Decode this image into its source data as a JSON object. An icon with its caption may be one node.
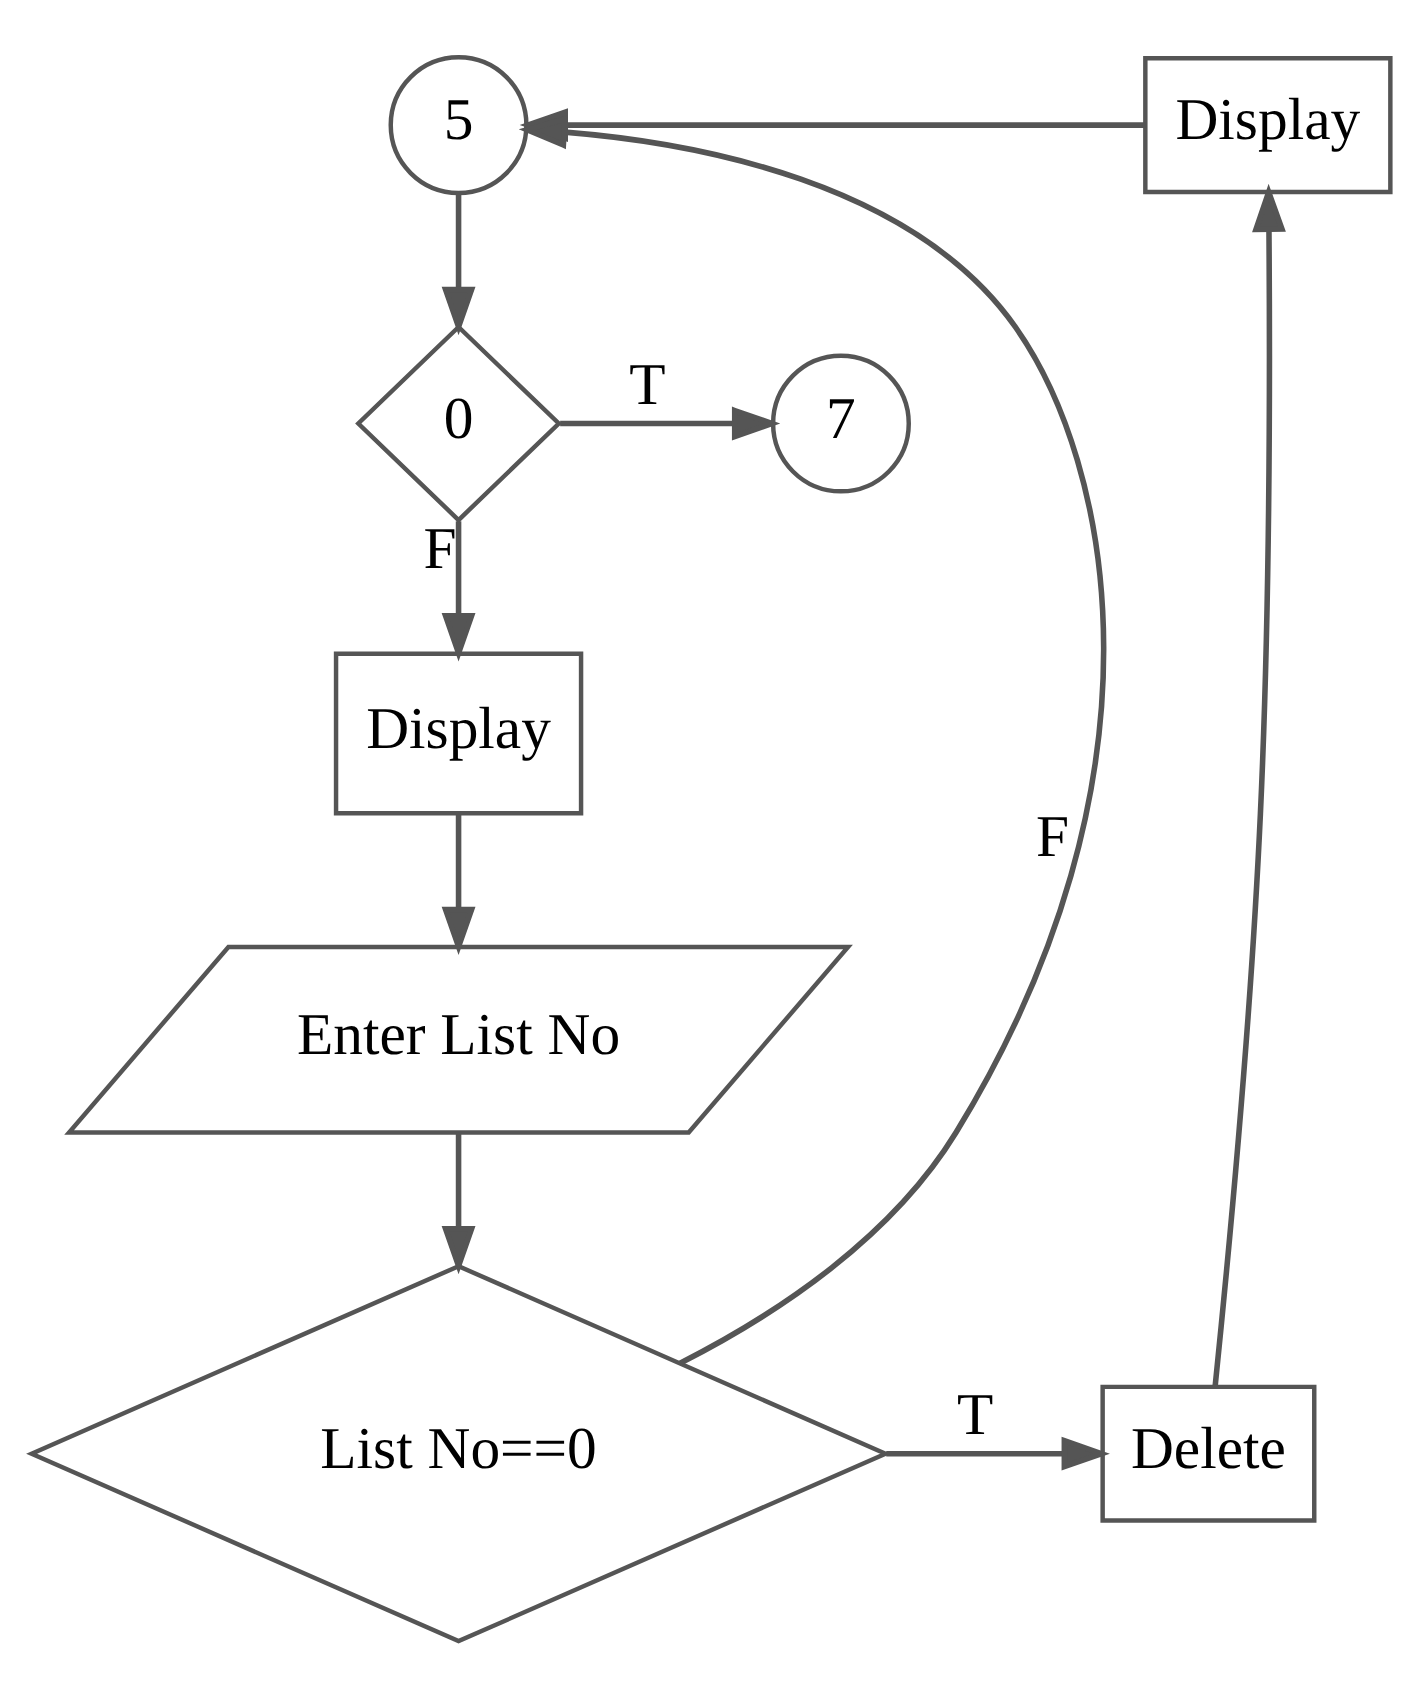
{
  "diagram": {
    "nodes": [
      {
        "text": [
          "5"
        ]
      },
      {
        "text": [
          "Display"
        ]
      },
      {
        "text": [
          "0"
        ]
      },
      {
        "text": [
          "7"
        ]
      },
      {
        "text": [
          "Display"
        ]
      },
      {
        "text": [
          "Enter List No"
        ]
      },
      {
        "text": [
          "List No==0"
        ]
      },
      {
        "text": [
          "Delete"
        ]
      }
    ],
    "edges": [
      {
        "from": 0,
        "to": 2,
        "arrow": "to"
      },
      {
        "from": 2,
        "to": 3,
        "arrow": "to",
        "label": "T"
      },
      {
        "from": 2,
        "to": 4,
        "arrow": "to",
        "label": "F"
      },
      {
        "from": 4,
        "to": 5,
        "arrow": "to"
      },
      {
        "from": 5,
        "to": 6,
        "arrow": "to"
      },
      {
        "from": 6,
        "to": 0,
        "arrow": "to",
        "label": "F"
      },
      {
        "from": 6,
        "to": 7,
        "arrow": "to",
        "label": "T"
      },
      {
        "from": 7,
        "to": 1,
        "arrow": "to"
      },
      {
        "from": 1,
        "to": 0,
        "arrow": "to"
      }
    ]
  }
}
